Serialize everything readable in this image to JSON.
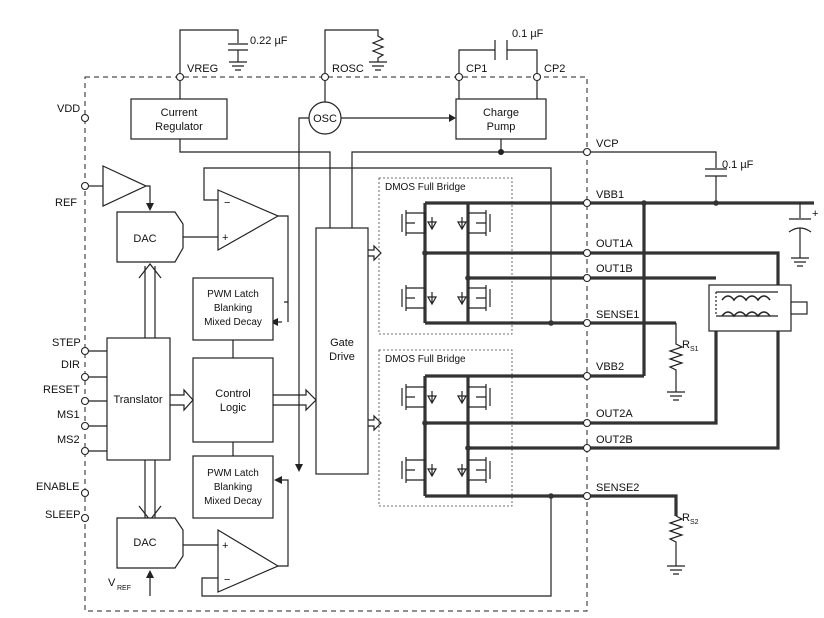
{
  "pins_left": {
    "vdd": "VDD",
    "ref": "REF",
    "step": "STEP",
    "dir": "DIR",
    "reset": "RESET",
    "ms1": "MS1",
    "ms2": "MS2",
    "enable": "ENABLE",
    "sleep": "SLEEP"
  },
  "pins_top": {
    "vreg": "VREG",
    "rosc": "ROSC",
    "cp1": "CP1",
    "cp2": "CP2"
  },
  "pins_right": {
    "vcp": "VCP",
    "vbb1": "VBB1",
    "out1a": "OUT1A",
    "out1b": "OUT1B",
    "sense1": "SENSE1",
    "vbb2": "VBB2",
    "out2a": "OUT2A",
    "out2b": "OUT2B",
    "sense2": "SENSE2"
  },
  "blocks": {
    "current_regulator": [
      "Current",
      "Regulator"
    ],
    "osc": "OSC",
    "charge_pump": [
      "Charge",
      "Pump"
    ],
    "dac_top": "DAC",
    "dac_bottom": "DAC",
    "pwm_top": [
      "PWM Latch",
      "Blanking",
      "Mixed Decay"
    ],
    "pwm_bottom": [
      "PWM Latch",
      "Blanking",
      "Mixed Decay"
    ],
    "control_logic": [
      "Control",
      "Logic"
    ],
    "translator": "Translator",
    "gate_drive": [
      "Gate",
      "Drive"
    ],
    "bridge_top": "DMOS Full Bridge",
    "bridge_bottom": "DMOS Full Bridge"
  },
  "components": {
    "cap_vreg": "0.22 µF",
    "cap_cp": "0.1 µF",
    "cap_vcp": "0.1 µF",
    "rs1": "R",
    "rs1_sub": "S1",
    "rs2": "R",
    "rs2_sub": "S2",
    "vref": "V",
    "vref_sub": "REF"
  },
  "opamp_signs": {
    "top_minus": "−",
    "top_plus": "+",
    "bottom_plus": "+",
    "bottom_minus": "−",
    "bulk_cap_plus": "+"
  }
}
